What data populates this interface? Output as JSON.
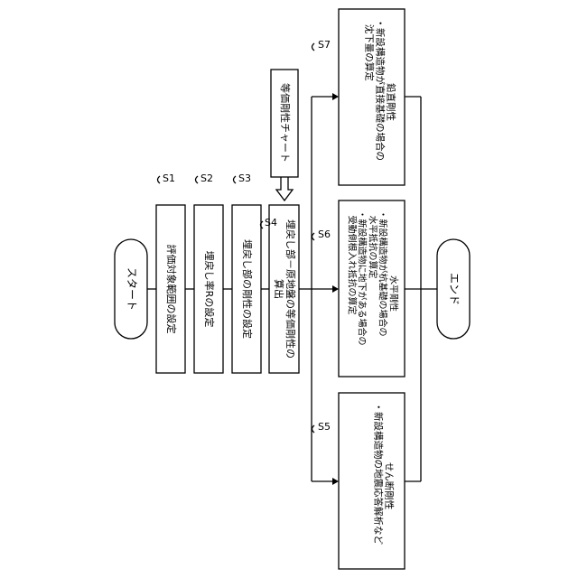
{
  "nodes": {
    "start": "スタート",
    "s1": "評価対象範囲の設定",
    "s2": "埋戻し率Rの設定",
    "s3": "埋戻し部の剛性の設定",
    "s4_line1": "埋戻し部－原地盤の等価剛性の",
    "s4_line2": "算出",
    "chart": "等価剛性チャート",
    "s5_title": "せん断剛性",
    "s5_b1": "・新設構造物の地震応答解析など",
    "s6_title": "水平剛性",
    "s6_b1": "・新設構造物が杭基礎の場合の",
    "s6_b2": "水平抵抗の算定",
    "s6_b3": "・新設構造物に地下がある場合の",
    "s6_b4": "受動側根入れ抵抗の算定",
    "s7_title": "鉛直剛性",
    "s7_b1": "・新設構造物が直接基礎の場合の",
    "s7_b2": "沈下量の算定",
    "end": "エンド"
  },
  "step_labels": {
    "s1": "S1",
    "s2": "S2",
    "s3": "S3",
    "s4": "S4",
    "s5": "S5",
    "s6": "S6",
    "s7": "S7"
  }
}
